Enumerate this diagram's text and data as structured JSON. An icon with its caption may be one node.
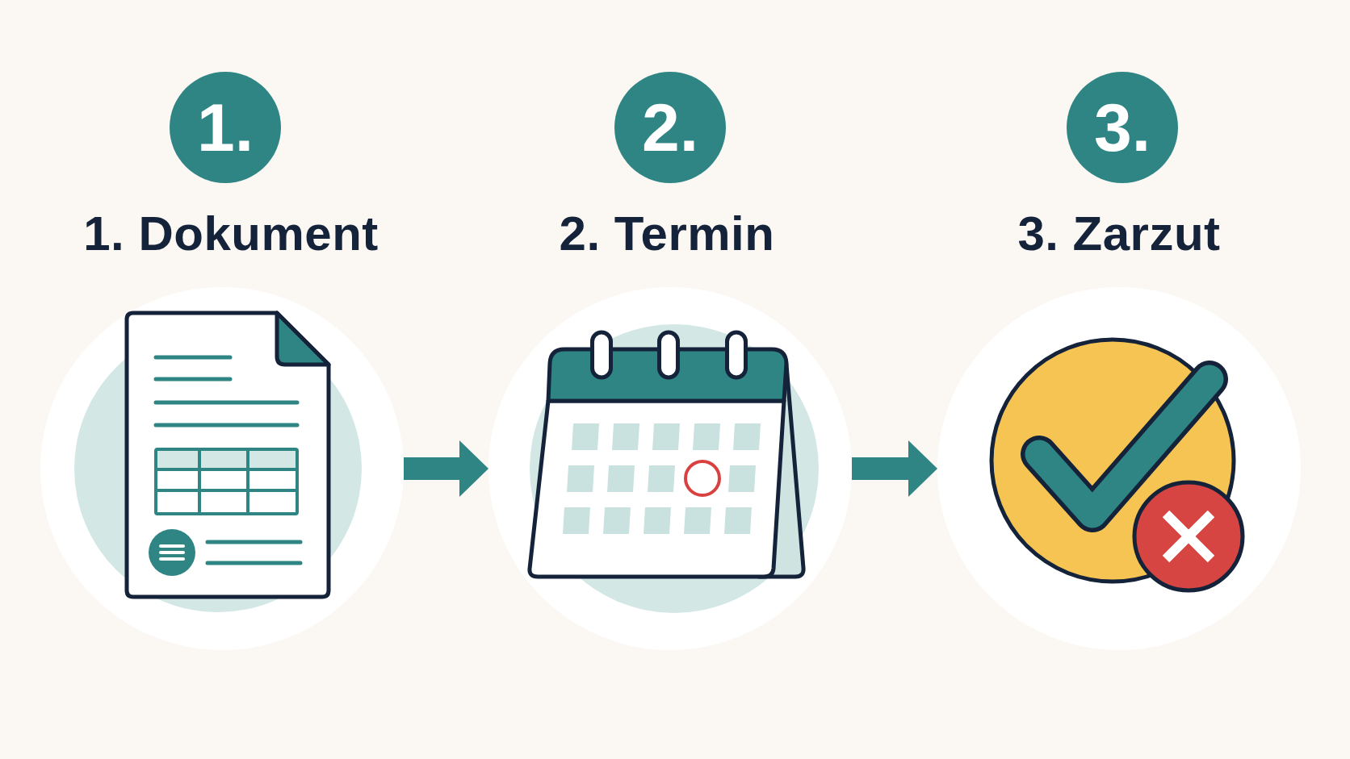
{
  "diagram": {
    "nodes": [
      {
        "text": [
          "1."
        ],
        "beside": [
          "1. Dokument"
        ]
      },
      {
        "text": [
          "2."
        ],
        "beside": [
          "2. Termin"
        ]
      },
      {
        "text": [
          "3."
        ],
        "beside": [
          "3. Zarzut"
        ]
      },
      {
        "text": [],
        "shape": "picture"
      },
      {
        "text": [],
        "shape": "picture"
      },
      {
        "text": [],
        "shape": "picture"
      }
    ],
    "edges": [
      {
        "from": 3,
        "to": 4,
        "arrow": "to"
      },
      {
        "from": 4,
        "to": 5,
        "arrow": "to"
      }
    ]
  }
}
